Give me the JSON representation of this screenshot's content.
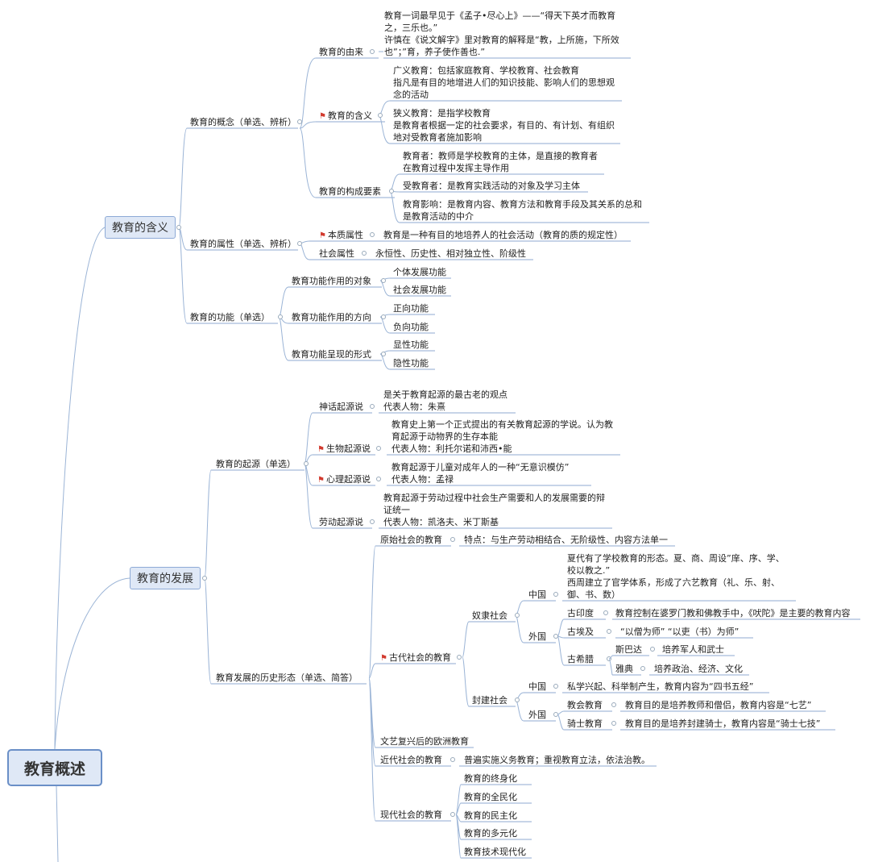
{
  "root": {
    "label": "教育概述"
  },
  "main_nodes": {
    "meaning": "教育的含义",
    "development": "教育的发展"
  },
  "concept": {
    "label": "教育的概念（单选、辨析）",
    "origin": {
      "label": "教育的由来",
      "text": [
        "教育一词最早见于《孟子•尽心上》——“得天下英才而教育",
        "之，三乐也。”",
        "许慎在《说文解字》里对教育的解释是“教，上所施，下所效",
        "也”；”育，养子使作善也.”"
      ]
    },
    "meaning": {
      "label": "教育的含义",
      "broad": [
        "广义教育：包括家庭教育、学校教育、社会教育",
        "指凡是有目的地增进人们的知识技能、影响人们的思想观",
        "念的活动"
      ],
      "narrow": [
        "狭义教育：是指学校教育",
        "是教育者根据一定的社会要求，有目的、有计划、有组织",
        "地对受教育者施加影响"
      ]
    },
    "elements": {
      "label": "教育的构成要素",
      "educator": [
        "教育者：教师是学校教育的主体，是直接的教育者",
        "在教育过程中发挥主导作用"
      ],
      "learner": "受教育者：是教育实践活动的对象及学习主体",
      "influence": [
        "教育影响：是教育内容、教育方法和教育手段及其关系的总和",
        "是教育活动的中介"
      ]
    }
  },
  "attribute": {
    "label": "教育的属性（单选、辨析）",
    "essential": {
      "label": "本质属性",
      "text": "教育是一种有目的地培养人的社会活动（教育的质的规定性）"
    },
    "social": {
      "label": "社会属性",
      "text": "永恒性、历史性、相对独立性、阶级性"
    }
  },
  "function": {
    "label": "教育的功能（单选）",
    "object": {
      "label": "教育功能作用的对象",
      "items": [
        "个体发展功能",
        "社会发展功能"
      ]
    },
    "direction": {
      "label": "教育功能作用的方向",
      "items": [
        "正向功能",
        "负向功能"
      ]
    },
    "form": {
      "label": "教育功能呈现的形式",
      "items": [
        "显性功能",
        "隐性功能"
      ]
    }
  },
  "origins": {
    "label": "教育的起源（单选）",
    "myth": {
      "label": "神话起源说",
      "text": [
        "是关于教育起源的最古老的观点",
        "代表人物：朱熹"
      ]
    },
    "bio": {
      "label": "生物起源说",
      "text": [
        "教育史上第一个正式提出的有关教育起源的学说。认为教",
        "育起源于动物界的生存本能",
        "代表人物：利托尔诺和沛西•能"
      ]
    },
    "psych": {
      "label": "心理起源说",
      "text": [
        "教育起源于儿童对成年人的一种“无意识模仿”",
        "代表人物：孟禄"
      ]
    },
    "labor": {
      "label": "劳动起源说",
      "text": [
        "教育起源于劳动过程中社会生产需要和人的发展需要的辩",
        "证统一",
        "代表人物：凯洛夫、米丁斯基"
      ]
    }
  },
  "history": {
    "label": "教育发展的历史形态（单选、简答）",
    "primitive": {
      "label": "原始社会的教育",
      "text": "特点：与生产劳动相结合、无阶级性、内容方法单一"
    },
    "ancient": {
      "label": "古代社会的教育",
      "slave": {
        "label": "奴隶社会",
        "china": {
          "label": "中国",
          "text": [
            "夏代有了学校教育的形态。夏、商、周设”庠、序、学、",
            "校以教之.”",
            "西周建立了官学体系，形成了六艺教育（礼、乐、射、",
            "御、书、数）"
          ]
        },
        "foreign": {
          "label": "外国",
          "india": {
            "label": "古印度",
            "text": "教育控制在婆罗门教和佛教手中，《吠陀》是主要的教育内容"
          },
          "egypt": {
            "label": "古埃及",
            "text": "“以僧为师” “以吏（书）为师”"
          },
          "greece": {
            "label": "古希腊",
            "sparta": {
              "label": "斯巴达",
              "text": "培养军人和武士"
            },
            "athens": {
              "label": "雅典",
              "text": "培养政治、经济、文化"
            }
          }
        }
      },
      "feudal": {
        "label": "封建社会",
        "china": {
          "label": "中国",
          "text": "私学兴起、科举制产生，教育内容为“四书五经”"
        },
        "foreign": {
          "label": "外国",
          "church": {
            "label": "教会教育",
            "text": "教育目的是培养教师和僧侣，教育内容是“七艺”"
          },
          "knight": {
            "label": "骑士教育",
            "text": "教育目的是培养封建骑士，教育内容是“骑士七技”"
          }
        }
      }
    },
    "renaissance": {
      "label": "文艺复兴后的欧洲教育"
    },
    "modern": {
      "label": "近代社会的教育",
      "text": "普遍实施义务教育；重视教育立法，依法治教。"
    },
    "contemporary": {
      "label": "现代社会的教育",
      "items": [
        "教育的终身化",
        "教育的全民化",
        "教育的民主化",
        "教育的多元化",
        "教育技术现代化"
      ]
    }
  },
  "colors": {
    "line": "#9bb4d6",
    "underline": "#8fa8d0",
    "main_fill": "#dfe8f6",
    "flag": "#d23b2f"
  },
  "icons": {
    "flag": "flag-icon",
    "collapse": "collapse-dot-icon"
  }
}
